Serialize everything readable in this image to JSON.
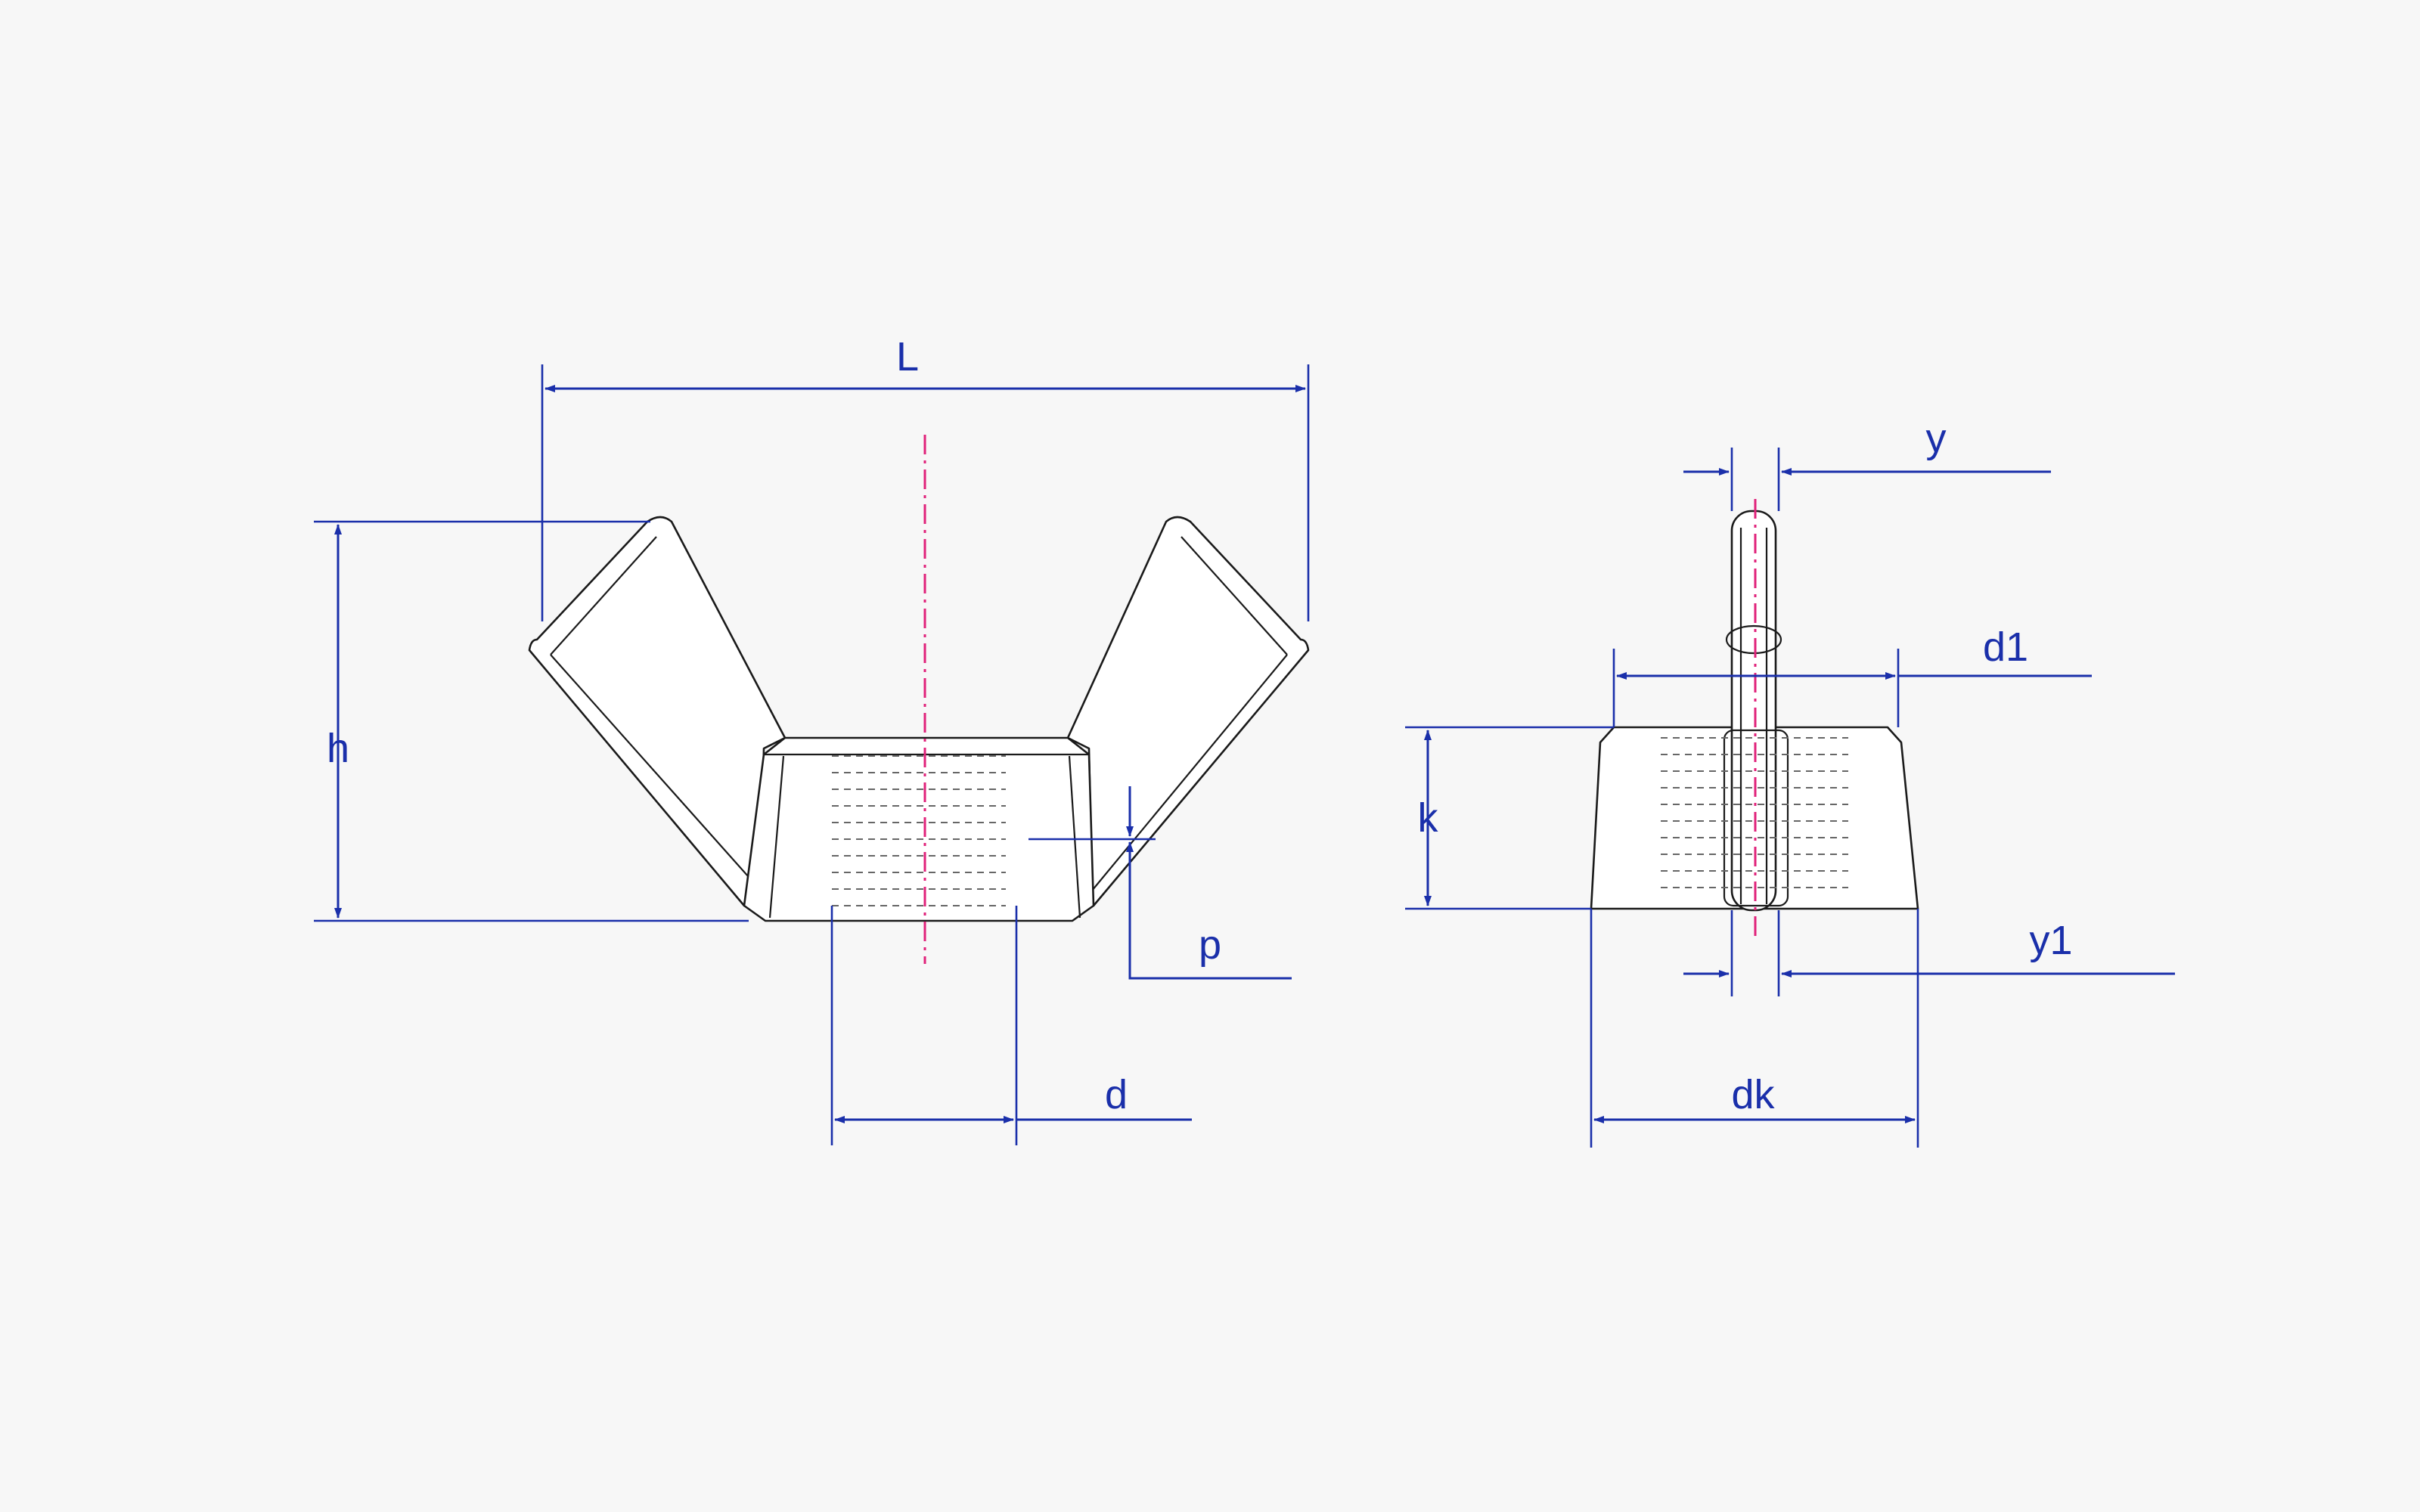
{
  "colors": {
    "background": "#f7f7f7",
    "part_outline": "#1a1a1a",
    "dimension": "#1a2faa",
    "center_line": "#e0217a"
  },
  "labels": {
    "L": "L",
    "h": "h",
    "p": "p",
    "d": "d",
    "y": "y",
    "d1": "d1",
    "k": "k",
    "y1": "y1",
    "dk": "dk"
  }
}
